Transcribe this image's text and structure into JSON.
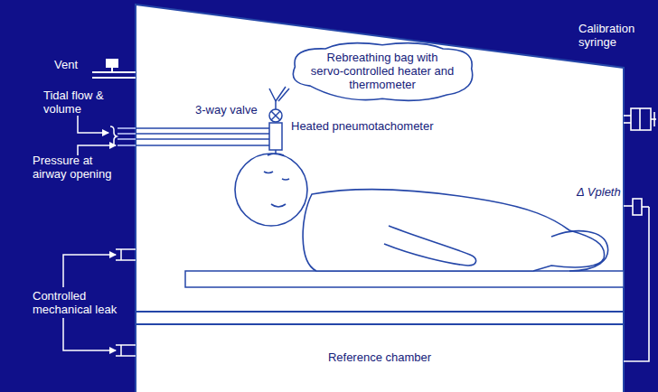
{
  "diagram": {
    "nodes": [
      {
        "text": [
          "Rebreathing bag with servo-controlled heater and thermometer"
        ]
      },
      {
        "text": [
          "Reference chamber"
        ]
      }
    ],
    "labels": [
      "Vent",
      "Tidal flow & volume",
      "Pressure at airway opening",
      "3-way valve",
      "Heated pneumotachometer",
      "Calibration syringe",
      "Δ Vpleth",
      "Controlled mechanical leak"
    ]
  }
}
